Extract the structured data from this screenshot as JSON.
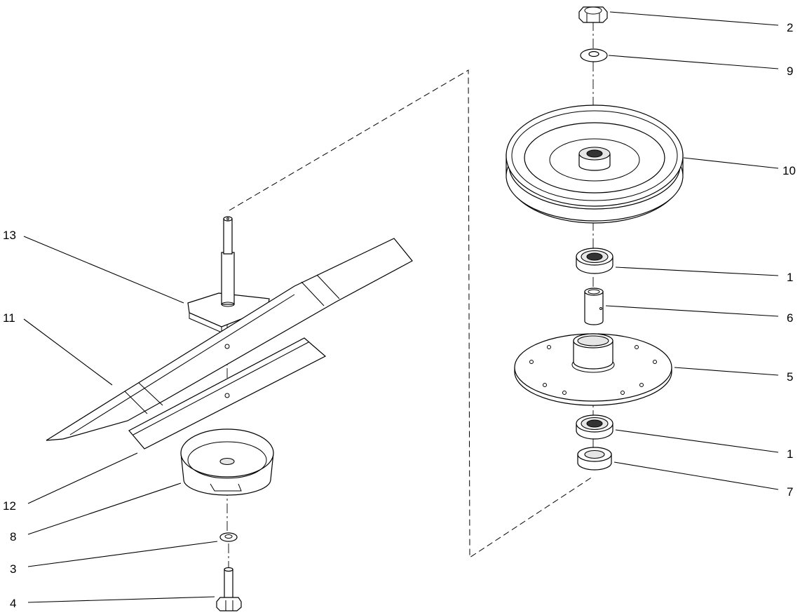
{
  "callouts": [
    {
      "id": "2"
    },
    {
      "id": "9"
    },
    {
      "id": "10"
    },
    {
      "id": "1"
    },
    {
      "id": "6"
    },
    {
      "id": "5"
    },
    {
      "id": "1"
    },
    {
      "id": "7"
    },
    {
      "id": "13"
    },
    {
      "id": "11"
    },
    {
      "id": "12"
    },
    {
      "id": "8"
    },
    {
      "id": "3"
    },
    {
      "id": "4"
    }
  ]
}
